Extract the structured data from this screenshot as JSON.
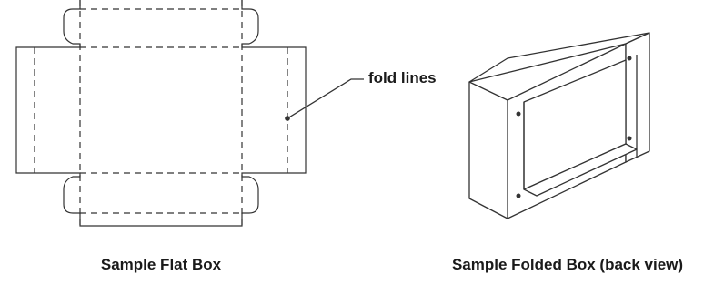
{
  "callout": {
    "text": "fold lines"
  },
  "captions": {
    "flat_box": "Sample Flat Box",
    "folded_box": "Sample Folded Box (back view)"
  },
  "colors": {
    "line": "#333333",
    "background": "#ffffff"
  }
}
